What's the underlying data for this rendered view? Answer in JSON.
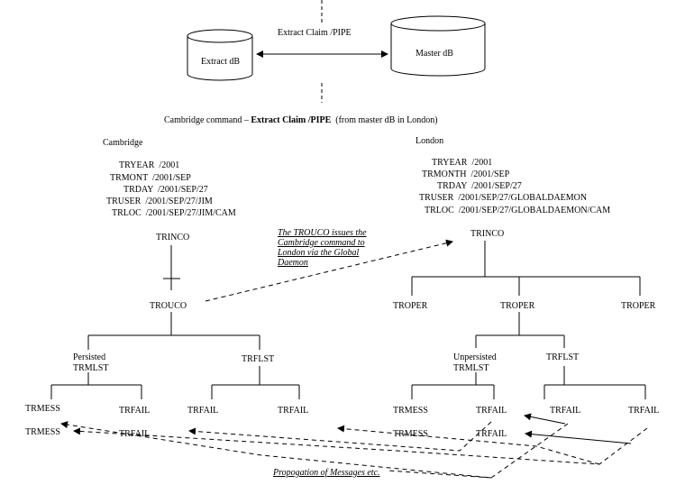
{
  "top": {
    "extract_db": "Extract dB",
    "master_db": "Master dB",
    "extract_claim_pipe": "Extract Claim /PIPE",
    "command_prefix": "Cambridge command – ",
    "command_bold": "Extract Claim /PIPE",
    "command_suffix": "  (from master dB in London)"
  },
  "cambridge": {
    "title": "Cambridge",
    "lines": [
      "TRYEAR  /2001",
      "TRMONT  /2001/SEP",
      "TRDAY  /2001/SEP/27",
      "TRUSER  /2001/SEP/27/JIM",
      "TRLOC  /2001/SEP/27/JIM/CAM"
    ],
    "trinco": "TRINCO",
    "trouco": "TROUCO",
    "persisted": "Persisted",
    "trmlst": "TRMLST",
    "trflst": "TRFLST",
    "trmess1": "TRMESS",
    "trfail1": "TRFAIL",
    "trfail2": "TRFAIL",
    "trfail3": "TRFAIL",
    "trmess2": "TRMESS",
    "trfail4": "TRFAIL"
  },
  "london": {
    "title": "London",
    "lines": [
      "TRYEAR  /2001",
      "TRMONTH  /2001/SEP",
      "TRDAY  /2001/SEP/27",
      "TRUSER  /2001/SEP/27/GLOBALDAEMON",
      "TRLOC  /2001/SEP/27/GLOBALDAEMON/CAM"
    ],
    "trinco": "TRINCO",
    "troper1": "TROPER",
    "troper2": "TROPER",
    "troper3": "TROPER",
    "unpersisted": "Unpersisted",
    "trmlst": "TRMLST",
    "trflst": "TRFLST",
    "trmess1": "TRMESS",
    "trfail1": "TRFAIL",
    "trfail2": "TRFAIL",
    "trfail3": "TRFAIL",
    "trmess2": "TRMESS",
    "trfail4": "TRFAIL"
  },
  "notes": {
    "trouco_note": "The TROUCO issues the Cambridge command to London via the Global Daemon",
    "propagation": "Propogation of Messages etc."
  }
}
